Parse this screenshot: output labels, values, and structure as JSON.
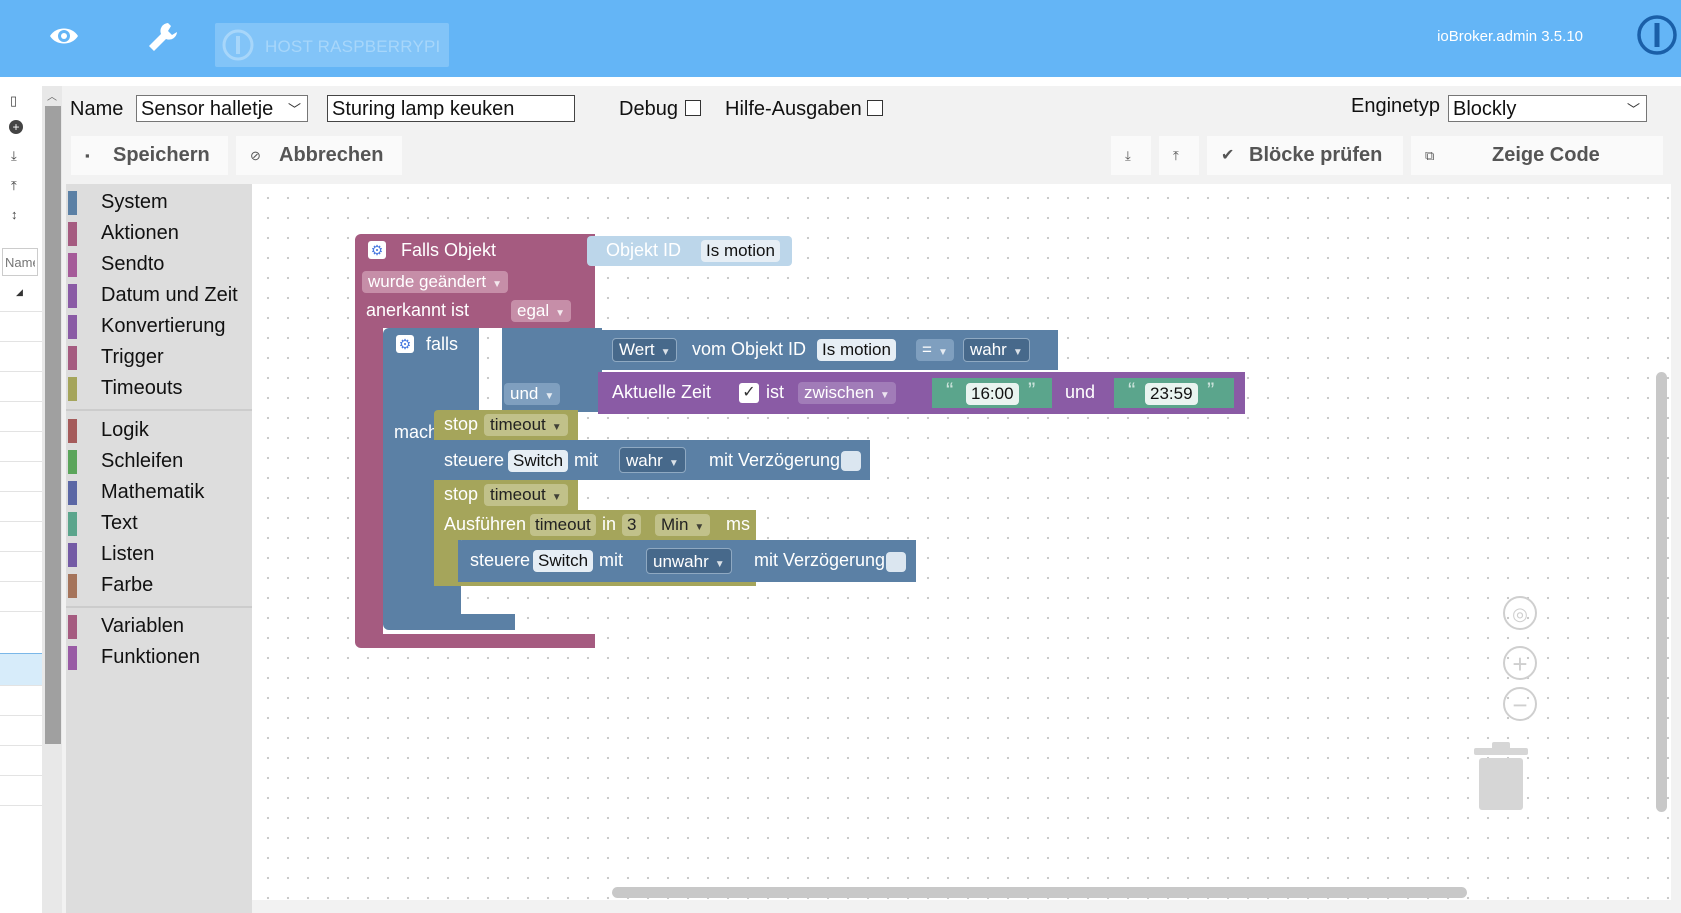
{
  "header": {
    "host_label": "HOST RASPBERRYPI",
    "version": "ioBroker.admin 3.5.10"
  },
  "editor": {
    "name_label": "Name",
    "folder_value": "Sensor halletje",
    "script_name": "Sturing lamp keuken",
    "debug_label": "Debug",
    "help_label": "Hilfe-Ausgaben",
    "engine_label": "Enginetyp",
    "engine_value": "Blockly",
    "left_filter_placeholder": "Name"
  },
  "toolbar": {
    "save": "Speichern",
    "cancel": "Abbrechen",
    "check": "Blöcke prüfen",
    "code": "Zeige Code"
  },
  "toolbox": {
    "categories": [
      {
        "label": "System",
        "color": "#5b80a5"
      },
      {
        "label": "Aktionen",
        "color": "#a55b80"
      },
      {
        "label": "Sendto",
        "color": "#a55b99"
      },
      {
        "label": "Datum und Zeit",
        "color": "#8a5ba5"
      },
      {
        "label": "Konvertierung",
        "color": "#8a5ba5"
      },
      {
        "label": "Trigger",
        "color": "#a55b80"
      },
      {
        "label": "Timeouts",
        "color": "#a5a55b"
      },
      {
        "label": "Logik",
        "color": "#a55b5b"
      },
      {
        "label": "Schleifen",
        "color": "#5ba55b"
      },
      {
        "label": "Mathematik",
        "color": "#5b67a5"
      },
      {
        "label": "Text",
        "color": "#5ba58c"
      },
      {
        "label": "Listen",
        "color": "#745ba5"
      },
      {
        "label": "Farbe",
        "color": "#a5745b"
      },
      {
        "label": "Variablen",
        "color": "#a55b80"
      },
      {
        "label": "Funktionen",
        "color": "#995ba5"
      }
    ]
  },
  "blocks": {
    "trigger": {
      "title": "Falls Objekt",
      "object_id_label": "Objekt ID",
      "object_id_value": "Is motion",
      "changed": "wurde geändert",
      "ack_label": "anerkannt ist",
      "ack_value": "egal",
      "color": "#a55b80"
    },
    "if_block": {
      "falls": "falls",
      "und": "und",
      "mache": "mache",
      "color": "#5b80a5"
    },
    "compare": {
      "value": "Wert",
      "from_object": "vom Objekt ID",
      "object": "Is motion",
      "op": "=",
      "rhs": "wahr"
    },
    "time": {
      "label": "Aktuelle Zeit",
      "check": "✓",
      "ist": "ist",
      "between": "zwischen",
      "from": "16:00",
      "und": "und",
      "to": "23:59",
      "color": "#8a5ba5"
    },
    "stop1": {
      "stop": "stop",
      "name": "timeout"
    },
    "control1": {
      "steuere": "steuere",
      "target": "Switch",
      "mit": "mit",
      "value": "wahr",
      "delay": "mit Verzögerung"
    },
    "stop2": {
      "stop": "stop",
      "name": "timeout"
    },
    "timeout": {
      "run": "Ausführen",
      "name": "timeout",
      "in": "in",
      "amount": "3",
      "unit": "Min",
      "ms": "ms",
      "color": "#a5a55b"
    },
    "control2": {
      "steuere": "steuere",
      "target": "Switch",
      "mit": "mit",
      "value": "unwahr",
      "delay": "mit Verzögerung"
    },
    "quote_open": "“",
    "quote_close": "”"
  }
}
